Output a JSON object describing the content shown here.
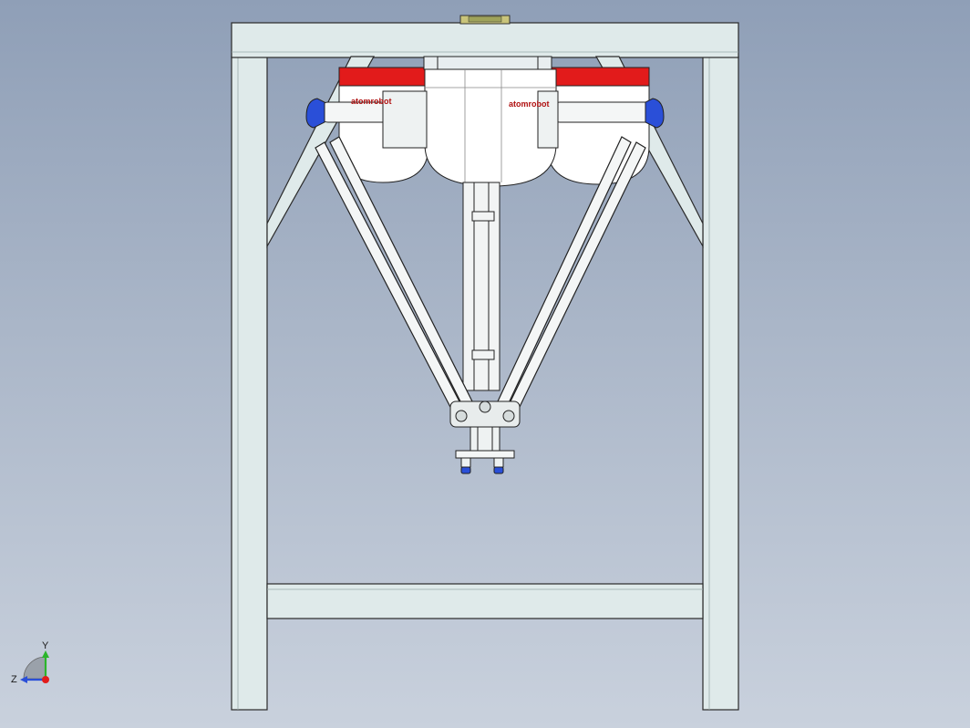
{
  "viewport": {
    "background_top": "#8f9fb7",
    "background_bottom": "#c9d1dd"
  },
  "model": {
    "frame_color": "#dfeaea",
    "frame_stroke": "#2a2a2a",
    "robot_body_color": "#ffffff",
    "robot_accent_color": "#e21b1b",
    "motor_color": "#2a4fd8",
    "brand_label_left": "atomrobot",
    "brand_label_center": "atomrobot"
  },
  "triad": {
    "y_label": "Y",
    "z_label": "Z",
    "y_color": "#2bb52b",
    "z_color": "#2a4fd8",
    "origin_color": "#e21b1b"
  }
}
